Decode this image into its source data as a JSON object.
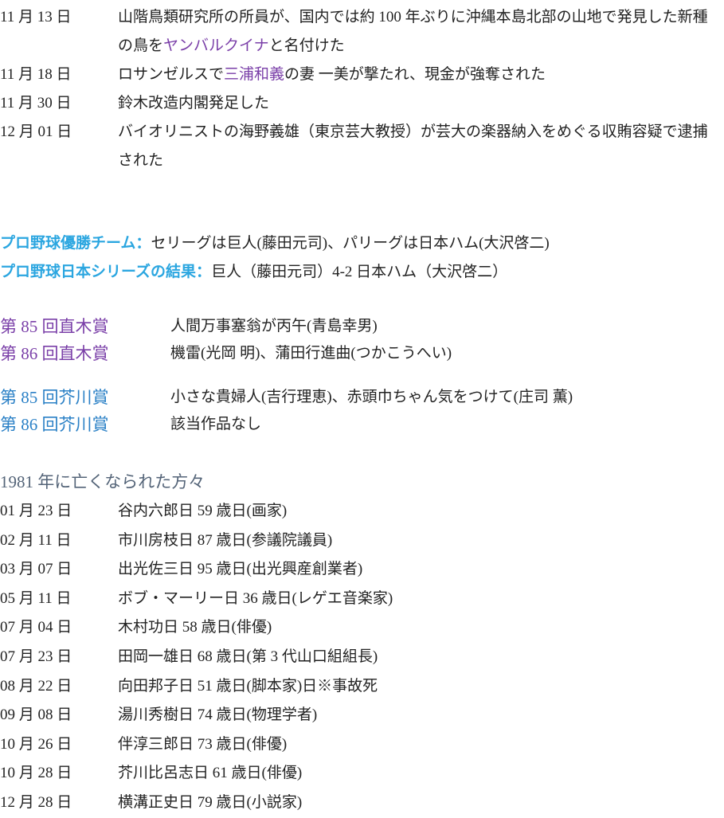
{
  "events": [
    {
      "date": "11 月 13 日",
      "parts": [
        {
          "t": "山階鳥類研究所の所員が、国内では約 100 年ぶりに沖縄本島北部の山地で発見した新種の鳥を"
        },
        {
          "t": "ヤンバルクイナ",
          "hl": true
        },
        {
          "t": "と名付けた"
        }
      ]
    },
    {
      "date": "11 月 18 日",
      "parts": [
        {
          "t": "ロサンゼルスで"
        },
        {
          "t": "三浦和義",
          "hl": true
        },
        {
          "t": "の妻 一美が撃たれ、現金が強奪された"
        }
      ]
    },
    {
      "date": "11 月 30 日",
      "parts": [
        {
          "t": "鈴木改造内閣発足した"
        }
      ]
    },
    {
      "date": "12 月 01 日",
      "parts": [
        {
          "t": "バイオリニストの海野義雄（東京芸大教授）が芸大の楽器納入をめぐる収賄容疑で逮捕された"
        }
      ]
    }
  ],
  "baseball": [
    {
      "label": "プロ野球優勝チーム：",
      "value": "セリーグは巨人(藤田元司)、パリーグは日本ハム(大沢啓二)"
    },
    {
      "label": "プロ野球日本シリーズの結果：",
      "value": "巨人（藤田元司）4-2 日本ハム（大沢啓二）"
    }
  ],
  "naoki": [
    {
      "label": "第 85 回直木賞",
      "value": "人間万事塞翁が丙午(青島幸男)"
    },
    {
      "label": "第 86 回直木賞",
      "value": "機雷(光岡 明)、蒲田行進曲(つかこうへい)"
    }
  ],
  "akutagawa": [
    {
      "label": "第 85 回芥川賞",
      "value": "小さな貴婦人(吉行理恵)、赤頭巾ちゃん気をつけて(庄司 薫)"
    },
    {
      "label": "第 86 回芥川賞",
      "value": "該当作品なし"
    }
  ],
  "deaths": {
    "heading": "1981 年に亡くなられた方々",
    "items": [
      {
        "date": "01 月 23 日",
        "text": "谷内六郎日 59 歳日(画家)"
      },
      {
        "date": "02 月 11 日",
        "text": "市川房枝日 87 歳日(参議院議員)"
      },
      {
        "date": "03 月 07 日",
        "text": "出光佐三日 95 歳日(出光興産創業者)"
      },
      {
        "date": "05 月 11 日",
        "text": "ボブ・マーリー日 36 歳日(レゲエ音楽家)"
      },
      {
        "date": "07 月 04 日",
        "text": "木村功日 58 歳日(俳優)"
      },
      {
        "date": "07 月 23 日",
        "text": "田岡一雄日 68 歳日(第 3 代山口組組長)"
      },
      {
        "date": "08 月 22 日",
        "text": "向田邦子日 51 歳日(脚本家)日※事故死"
      },
      {
        "date": "09 月 08 日",
        "text": "湯川秀樹日 74 歳日(物理学者)"
      },
      {
        "date": "10 月 26 日",
        "text": "伴淳三郎日 73 歳日(俳優)"
      },
      {
        "date": "10 月 28 日",
        "text": "芥川比呂志日 61 歳日(俳優)"
      },
      {
        "date": "12 月 28 日",
        "text": "横溝正史日 79 歳日(小説家)"
      }
    ]
  }
}
